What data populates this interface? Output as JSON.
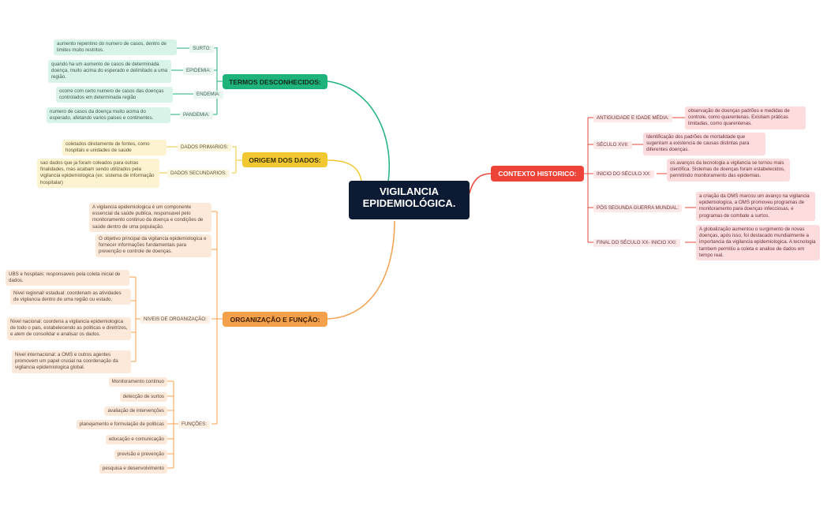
{
  "central": {
    "line1": "VIGILANCIA",
    "line2": "EPIDEMIOLÓGICA."
  },
  "colors": {
    "green": "#1db37a",
    "yellow": "#f2c832",
    "orange": "#f5a04a",
    "red": "#ee4438",
    "central": "#0d1a33"
  },
  "termos": {
    "title": "TERMOS DESCONHECIDOS:",
    "items": [
      {
        "label": "SURTO:",
        "text": "aumento repentino do numero de casos, dentro de limites muito restritos."
      },
      {
        "label": "EPIDEMIA:",
        "text": "quando ha um aumento de casos de determinada doença, muito acima do esperado e delimitado a uma região."
      },
      {
        "label": "ENDEMIA:",
        "text": "ocorre com certo numero de casos das doenças controlados em determinada região"
      },
      {
        "label": "PANDEMIA:",
        "text": "numero de casos da doença muito acima do esperado, afetando varios paises e continentes."
      }
    ]
  },
  "origem": {
    "title": "ORIGEM DOS DADOS:",
    "items": [
      {
        "label": "DADOS PRIMARIOS:",
        "text": "coletados diretamente de fontes, como hospitais e unidades de saúde"
      },
      {
        "label": "DADOS SECUNDARIOS:",
        "text": "sao dados que ja foram coleados para outras finalidades, mas acabam sendo utilizados pela vigilancia epidemiologica (ex: sistema de informação hospitalar)"
      }
    ]
  },
  "organizacao": {
    "title": "ORGANIZAÇÃO E FUNÇÃO:",
    "intro1": "A vigilancia epidemiologica é um componente essencial da saúde publica, responsavel pelo monitoramento continuo da doença e condições de saúde dentro de uma população.",
    "intro2": "O objetivo principal da vigilancia epidemiologica e fornecer informações fundamentais para prevenção e controle de doenças.",
    "niveis_label": "NIVEIS DE ORGANIZAÇÃO:",
    "niveis": [
      "UBS e hospitais: responsaveis pela coleta inicial de dados.",
      "Nivel regional/ estadual: coordenam as atividades de vigilancia dentro de uma região ou estado.",
      "Nivel nacional: coordena a vigilancia epidemiologica de todo o pais, estabelecendo as politicas e diretrizes, e alem de consolidar e analisar os dados.",
      "Nivel internacional: a OMS e outros agentes promovem um papel crucial na coordenação da vigilancia epidemiologica global."
    ],
    "funcoes_label": "FUNÇÕES:",
    "funcoes": [
      "Monitoramento continuo",
      "detecção de surtos",
      "avaliação de intervenções",
      "planejamento e formulação de politicas",
      "educação e comunicação",
      "previsão e prevenção",
      "pesquisa e desenvolvimento"
    ]
  },
  "contexto": {
    "title": "CONTEXTO HISTORICO:",
    "items": [
      {
        "label": "ANTIGUIDADE E IDADE MÉDIA:",
        "text": "observação de doenças padrões e medidas de controle, como quarentenas. Existiam práticas limitadas, como quarentenas."
      },
      {
        "label": "SÉCULO XVII:",
        "text": "Identificação dos padrões de mortalidade que sugeriram a existencia de causas distintas para diferentes doenças."
      },
      {
        "label": "INICIO DO SÉCULO XX:",
        "text": "os avanços da tecnologia a vigilancia se tornou mais científica. Sistemas de doenças foram estabelecidos, permitindo monitoramento das epidemias."
      },
      {
        "label": "PÓS SEGUNDA GUERRA MUNDIAL:",
        "text": "a criação da OMS marcou um avanço na vigilancia epidemiologica, a OMS promoveu programas de monitoramento para doenças infecciosas, e programas de combate a surtos."
      },
      {
        "label": "FINAL DO SÉCULO XX- INICIO XXI:",
        "text": "A globalização aumentou o surgimento de novas doenças, após isso, foi destacado mundialmente a importancia da vigilancia epidemiologica. A tecnologia tambem permitiu a coleta e analise de dados em tempo real."
      }
    ]
  }
}
